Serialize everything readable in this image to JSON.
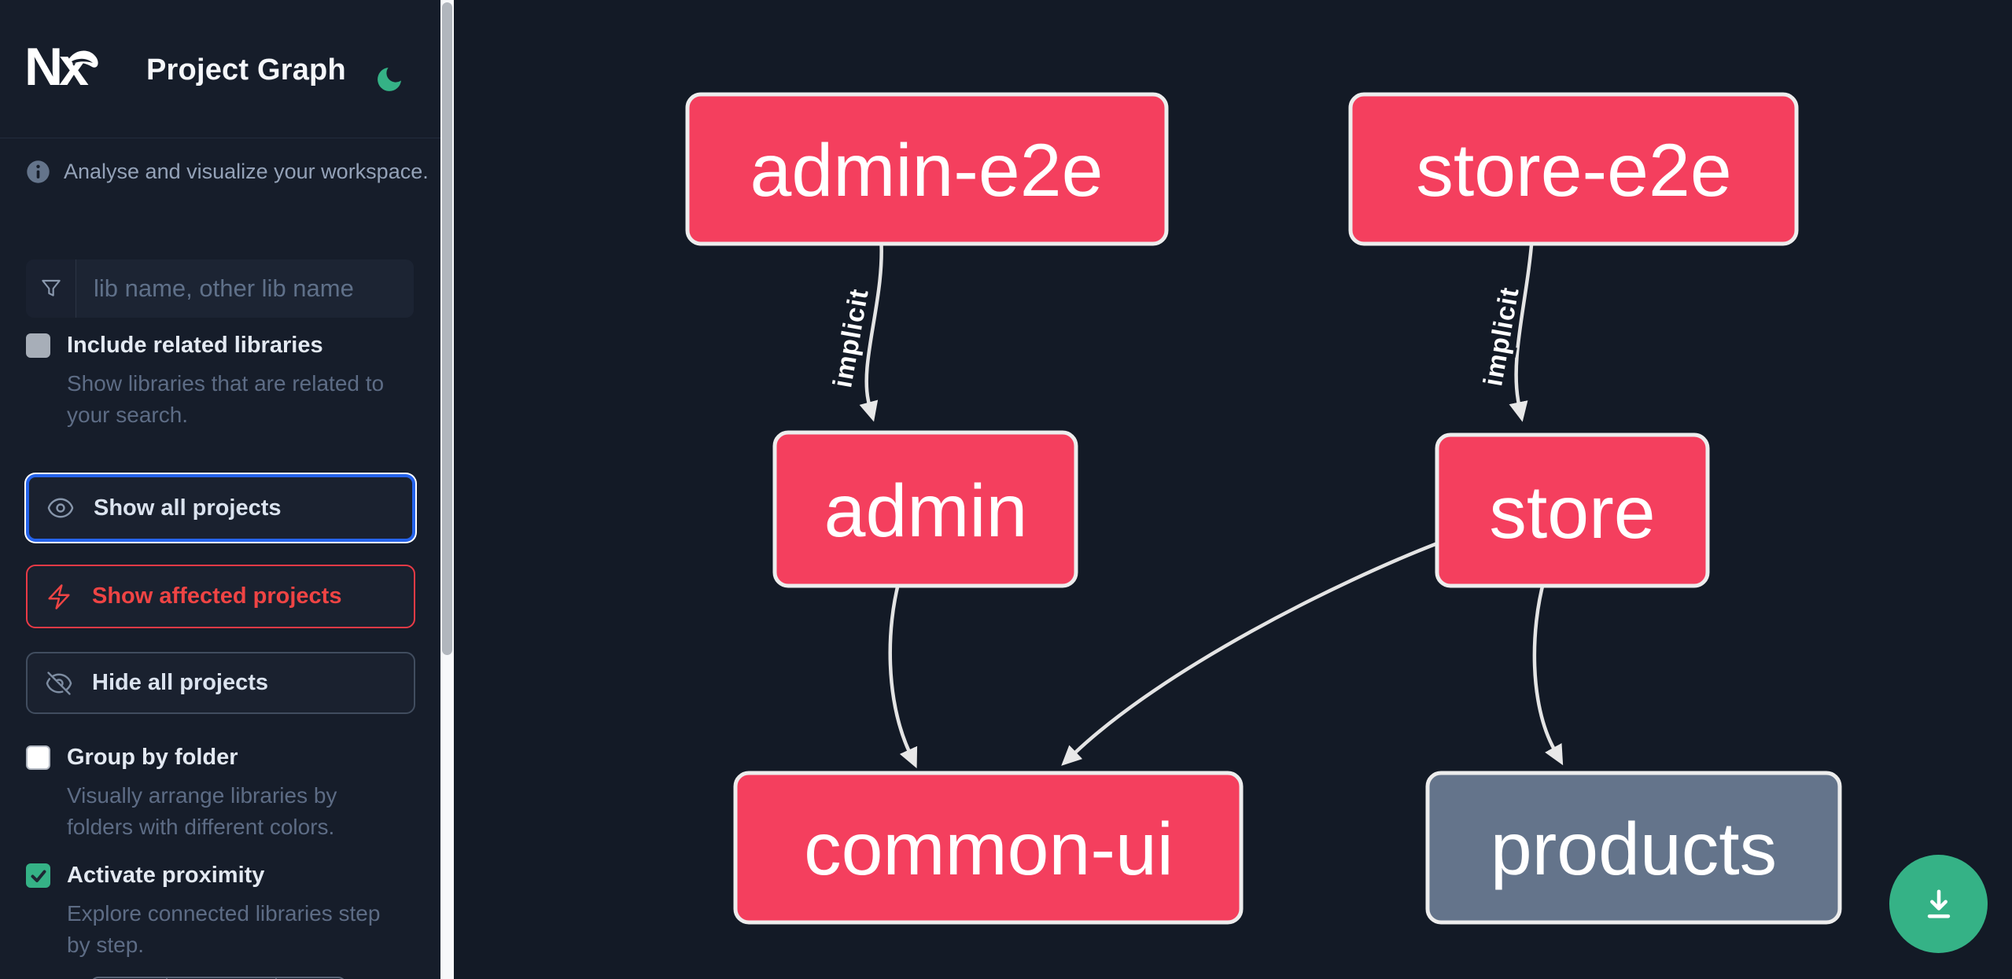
{
  "header": {
    "logo": "Nx",
    "title": "Project Graph"
  },
  "sidebar": {
    "info_text": "Analyse and visualize your workspace.",
    "search": {
      "placeholder": "lib name, other lib name"
    },
    "include_related": {
      "label": "Include related libraries",
      "description": "Show libraries that are related to your search.",
      "checked": false
    },
    "actions": {
      "show_all": {
        "label": "Show all projects",
        "focused": true
      },
      "show_affected": {
        "label": "Show affected projects"
      },
      "hide_all": {
        "label": "Hide all projects"
      }
    },
    "group_by_folder": {
      "label": "Group by folder",
      "description": "Visually arrange libraries by folders with different colors.",
      "checked": false
    },
    "activate_proximity": {
      "label": "Activate proximity",
      "description": "Explore connected libraries step by step.",
      "checked": true
    }
  },
  "graph": {
    "type": "dependency-graph",
    "nodes": [
      {
        "id": "admin-e2e",
        "label": "admin-e2e",
        "color": "#f43f5e"
      },
      {
        "id": "store-e2e",
        "label": "store-e2e",
        "color": "#f43f5e"
      },
      {
        "id": "admin",
        "label": "admin",
        "color": "#f43f5e"
      },
      {
        "id": "store",
        "label": "store",
        "color": "#f43f5e"
      },
      {
        "id": "common-ui",
        "label": "common-ui",
        "color": "#f43f5e"
      },
      {
        "id": "products",
        "label": "products",
        "color": "#64748b"
      }
    ],
    "edges": [
      {
        "from": "admin-e2e",
        "to": "admin",
        "label": "implicit"
      },
      {
        "from": "store-e2e",
        "to": "store",
        "label": "implicit"
      },
      {
        "from": "admin",
        "to": "common-ui",
        "label": ""
      },
      {
        "from": "store",
        "to": "common-ui",
        "label": ""
      },
      {
        "from": "store",
        "to": "products",
        "label": ""
      }
    ]
  },
  "colors": {
    "accent_green": "#35b286",
    "node_pink": "#f43f5e",
    "node_gray": "#64748b",
    "focus_ring_blue": "#2563eb",
    "affected_red": "#ef4444",
    "edge_gray": "#e4e4e4",
    "background": "#131a26"
  }
}
